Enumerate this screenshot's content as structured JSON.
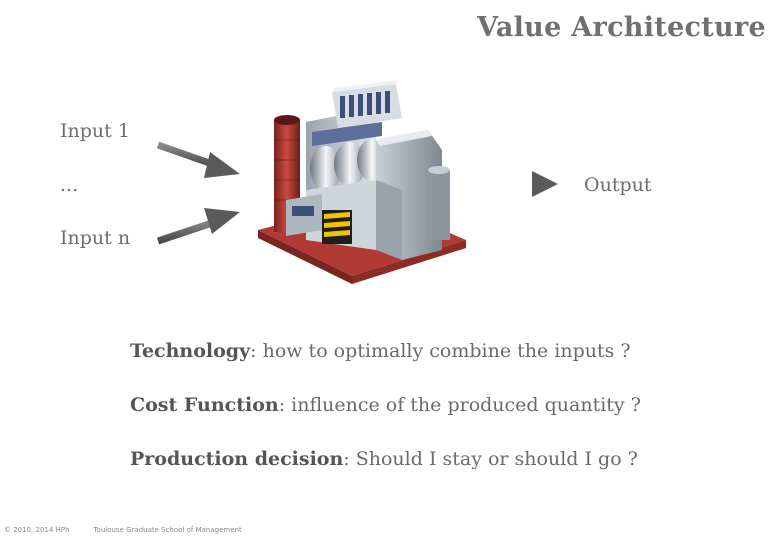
{
  "title": "Value Architecture",
  "inputs": {
    "first": "Input 1",
    "ellipsis": "...",
    "last": "Input n"
  },
  "output": "Output",
  "lines": [
    {
      "term": "Technology",
      "rest": ": how to optimally combine the inputs ?"
    },
    {
      "term": "Cost Function",
      "rest": ": influence of the produced quantity ?"
    },
    {
      "term": "Production decision",
      "rest": ": Should I stay or should I go ?"
    }
  ],
  "footer": {
    "copyright": "© 2010, 2014 HPh",
    "school": "Toulouse Graduate School of Management"
  },
  "icons": {
    "factory": "factory-icon",
    "arrow": "arrow-icon"
  }
}
